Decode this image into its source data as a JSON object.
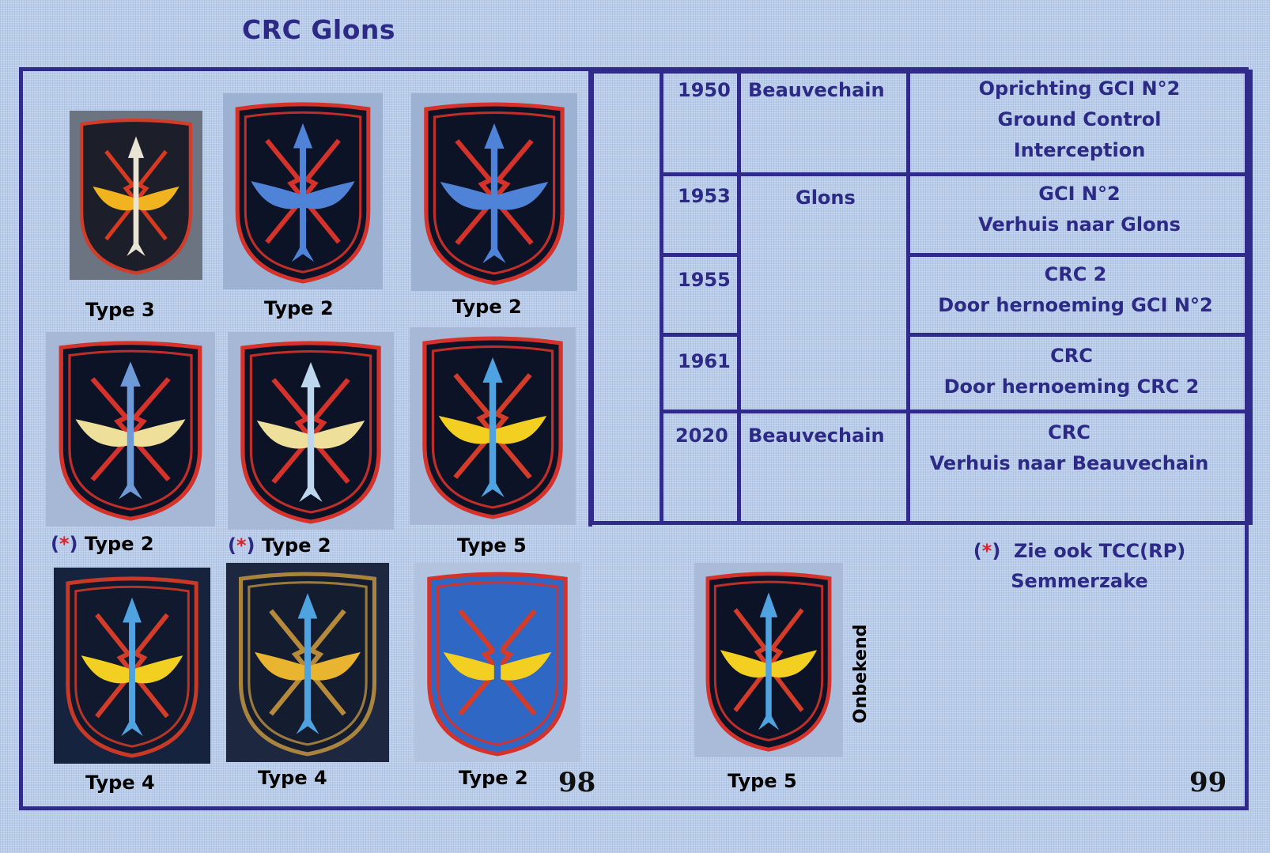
{
  "title": "CRC Glons",
  "patches": [
    {
      "caption": "Type 3",
      "star": false
    },
    {
      "caption": "Type 2",
      "star": false
    },
    {
      "caption": "Type 2",
      "star": false
    },
    {
      "caption": "Type 2",
      "star": true
    },
    {
      "caption": "Type 2",
      "star": true
    },
    {
      "caption": "Type 5",
      "star": false
    },
    {
      "caption": "Type 4",
      "star": false
    },
    {
      "caption": "Type 4",
      "star": false
    },
    {
      "caption": "Type 2",
      "star": false
    },
    {
      "caption": "Type 5",
      "star": false
    }
  ],
  "star_mark": {
    "open": "(",
    "star": "*",
    "close": ")"
  },
  "unknown_label": "Onbekend",
  "page_numbers": {
    "left": "98",
    "right": "99"
  },
  "history": [
    {
      "year": "1950",
      "place": "Beauvechain",
      "lines": [
        "Oprichting GCI N°2",
        "Ground Control",
        "Interception"
      ]
    },
    {
      "year": "1953",
      "place": "Glons",
      "lines": [
        "GCI N°2",
        "Verhuis naar Glons"
      ]
    },
    {
      "year": "1955",
      "place": "",
      "lines": [
        "CRC 2",
        "Door hernoeming GCI N°2"
      ]
    },
    {
      "year": "1961",
      "place": "",
      "lines": [
        "CRC",
        "Door hernoeming CRC 2"
      ]
    },
    {
      "year": "2020",
      "place": "Beauvechain",
      "lines": [
        "CRC",
        "Verhuis naar Beauvechain"
      ]
    }
  ],
  "footnote": {
    "star": "*",
    "line1": "Zie ook TCC(RP)",
    "line2": "Semmerzake"
  },
  "colors": {
    "navy": "#2c2a86",
    "border": "#302a8a",
    "star": "#e0202a",
    "background": "#b9cdea"
  }
}
